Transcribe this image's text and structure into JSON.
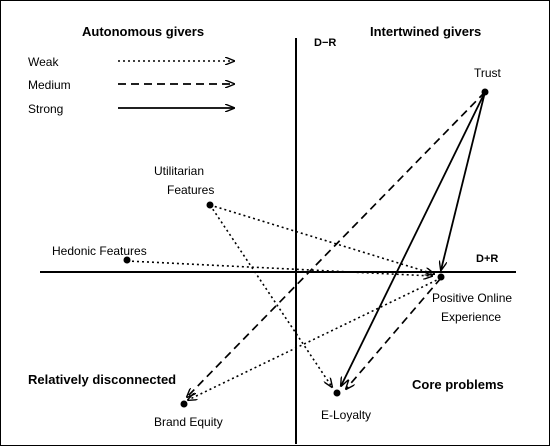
{
  "quadrants": {
    "top_left": "Autonomous givers",
    "top_right": "Intertwined givers",
    "bottom_left": "Relatively disconnected",
    "bottom_right": "Core problems"
  },
  "axes": {
    "vertical_label": "D−R",
    "horizontal_label": "D+R"
  },
  "legend": [
    {
      "label": "Weak",
      "style": "dotted"
    },
    {
      "label": "Medium",
      "style": "dashed"
    },
    {
      "label": "Strong",
      "style": "solid"
    }
  ],
  "nodes": {
    "trust": {
      "label": "Trust"
    },
    "utilitarian": {
      "label_line1": "Utilitarian",
      "label_line2": "Features"
    },
    "hedonic": {
      "label": "Hedonic Features"
    },
    "positive": {
      "label_line1": "Positive Online",
      "label_line2": "Experience"
    },
    "brand": {
      "label": "Brand Equity"
    },
    "eloyalty": {
      "label": "E-Loyalty"
    }
  },
  "relations": [
    {
      "from": "Trust",
      "to": "Brand Equity",
      "strength": "medium"
    },
    {
      "from": "Trust",
      "to": "E-Loyalty",
      "strength": "strong"
    },
    {
      "from": "Trust",
      "to": "Positive Online Experience",
      "strength": "strong"
    },
    {
      "from": "Utilitarian Features",
      "to": "Positive Online Experience",
      "strength": "weak"
    },
    {
      "from": "Utilitarian Features",
      "to": "E-Loyalty",
      "strength": "weak"
    },
    {
      "from": "Hedonic Features",
      "to": "Positive Online Experience",
      "strength": "weak"
    },
    {
      "from": "Positive Online Experience",
      "to": "Brand Equity",
      "strength": "weak"
    },
    {
      "from": "Positive Online Experience",
      "to": "E-Loyalty",
      "strength": "medium"
    }
  ],
  "colors": {
    "line": "#000000",
    "background": "#ffffff"
  }
}
